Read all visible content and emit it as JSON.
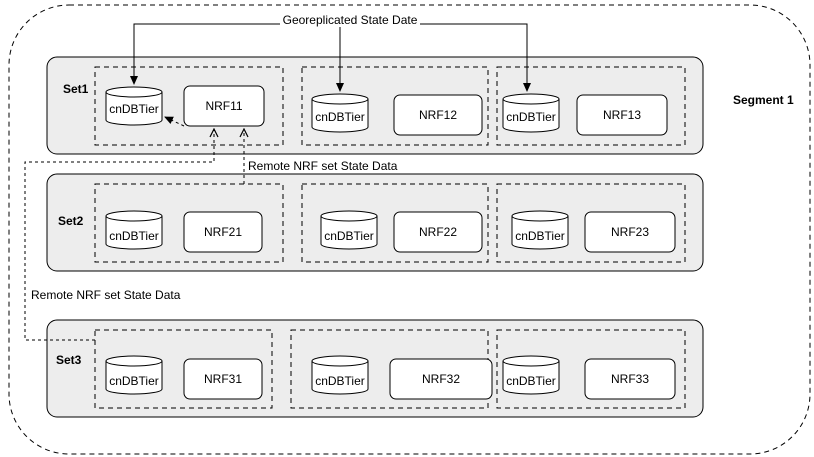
{
  "segment_label": "Segment 1",
  "georep_label": "Georeplicated State Date",
  "remote_label_top": "Remote NRF set State Data",
  "remote_label_left": "Remote NRF set State Data",
  "sets": [
    {
      "label": "Set1",
      "groups": [
        {
          "db": "cnDBTier",
          "nrf": "NRF11"
        },
        {
          "db": "cnDBTier",
          "nrf": "NRF12"
        },
        {
          "db": "cnDBTier",
          "nrf": "NRF13"
        }
      ]
    },
    {
      "label": "Set2",
      "groups": [
        {
          "db": "cnDBTier",
          "nrf": "NRF21"
        },
        {
          "db": "cnDBTier",
          "nrf": "NRF22"
        },
        {
          "db": "cnDBTier",
          "nrf": "NRF23"
        }
      ]
    },
    {
      "label": "Set3",
      "groups": [
        {
          "db": "cnDBTier",
          "nrf": "NRF31"
        },
        {
          "db": "cnDBTier",
          "nrf": "NRF32"
        },
        {
          "db": "cnDBTier",
          "nrf": "NRF33"
        }
      ]
    }
  ]
}
